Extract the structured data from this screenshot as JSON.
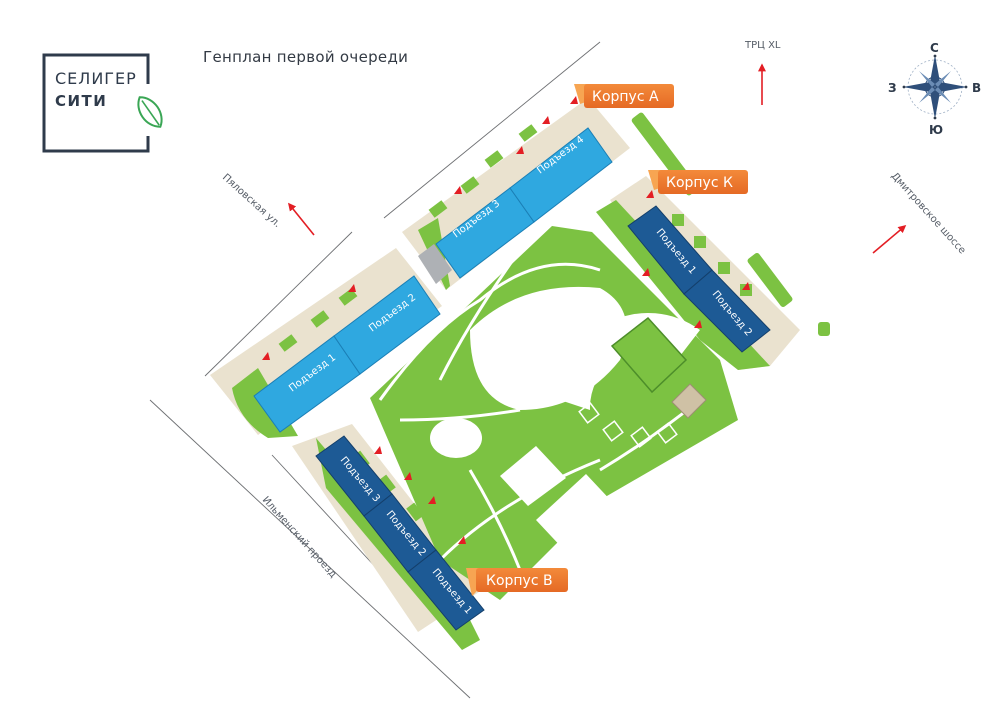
{
  "logo": {
    "line1": "СЕЛИГЕР",
    "line2": "CИТИ",
    "icon": "leaf-icon"
  },
  "title": "Генплан первой очереди",
  "roads": {
    "north": "ТРЦ XL",
    "west": "Пяловская ул.",
    "east": "Дмитровское шоссе",
    "south": "Ильменский проезд"
  },
  "compass": {
    "n": "С",
    "s": "Ю",
    "e": "В",
    "w": "З",
    "icon": "compass-rose-icon"
  },
  "buildings": {
    "a": {
      "tag": "Корпус А",
      "entrances": [
        "Подъезд 1",
        "Подъезд 2",
        "Подъезд 3",
        "Подъезд 4"
      ]
    },
    "k": {
      "tag": "Корпус К",
      "entrances": [
        "Подъезд 1",
        "Подъезд 2"
      ]
    },
    "v": {
      "tag": "Корпус В",
      "entrances": [
        "Подъезд 1",
        "Подъезд 2",
        "Подъезд 3"
      ]
    }
  },
  "colors": {
    "grass": "#7cc242",
    "sidewalk": "#eae2cf",
    "building_light": "#2fa8e0",
    "building_dark": "#1d5a95",
    "tag": "#ee7b2e",
    "arrow": "#e31e24"
  }
}
